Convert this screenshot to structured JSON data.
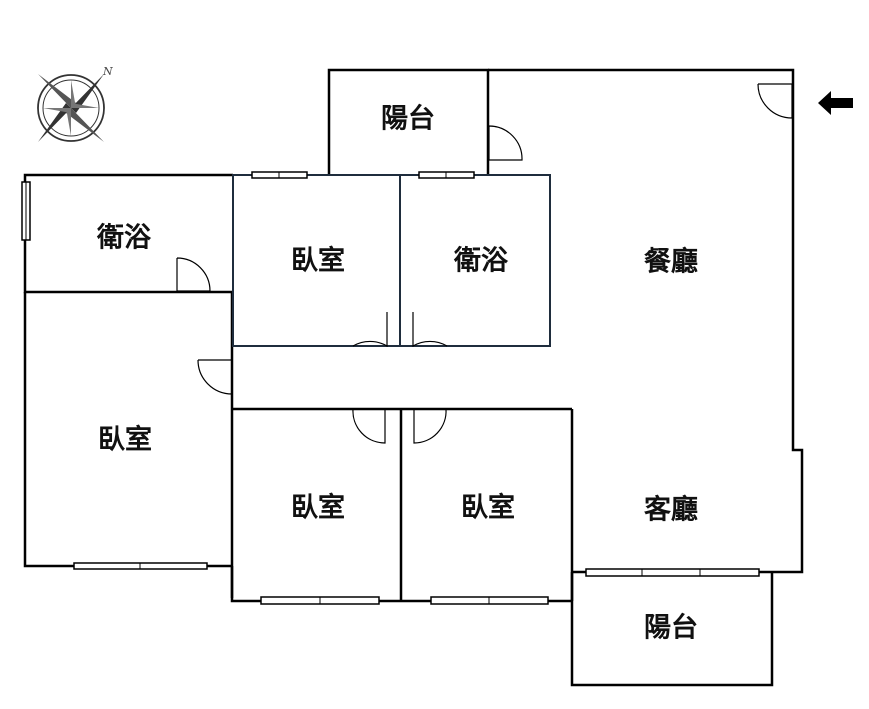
{
  "compass": {
    "north_label": "N",
    "icon": "compass-rose-icon"
  },
  "entrance": {
    "icon": "entrance-arrow-icon"
  },
  "rooms": {
    "balcony_top": "陽台",
    "bath_left": "衛浴",
    "bedroom_mid_top": "臥室",
    "bath_mid": "衛浴",
    "dining": "餐廳",
    "bedroom_left": "臥室",
    "bedroom_mid_bottom": "臥室",
    "bedroom_right_bottom": "臥室",
    "living": "客廳",
    "balcony_bottom": "陽台"
  }
}
